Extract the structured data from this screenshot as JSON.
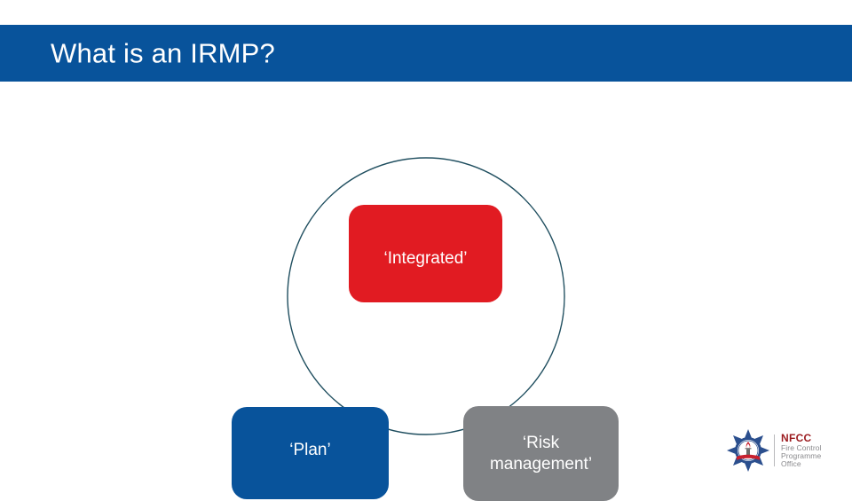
{
  "slide": {
    "title": "What is an IRMP?",
    "background_color": "#FFFFFF",
    "banner_color": "#08539B",
    "title_color": "#FFFFFF"
  },
  "diagram": {
    "type": "cycle",
    "circle_stroke_color": "#1F4E5F",
    "nodes": [
      {
        "id": "integrated",
        "label": "‘Integrated’",
        "color": "#E11B22",
        "position": "top"
      },
      {
        "id": "plan",
        "label": "‘Plan’",
        "color": "#08539B",
        "position": "bottom-left"
      },
      {
        "id": "risk-management",
        "label": "‘Risk\nmanagement’",
        "color": "#808285",
        "position": "bottom-right"
      }
    ]
  },
  "logo": {
    "name": "nfcc-logo",
    "acronym": "NFCC",
    "line1": "Fire Control",
    "line2": "Programme Office",
    "acronym_color": "#9B1B1F",
    "sub_color": "#8A8A8D"
  }
}
